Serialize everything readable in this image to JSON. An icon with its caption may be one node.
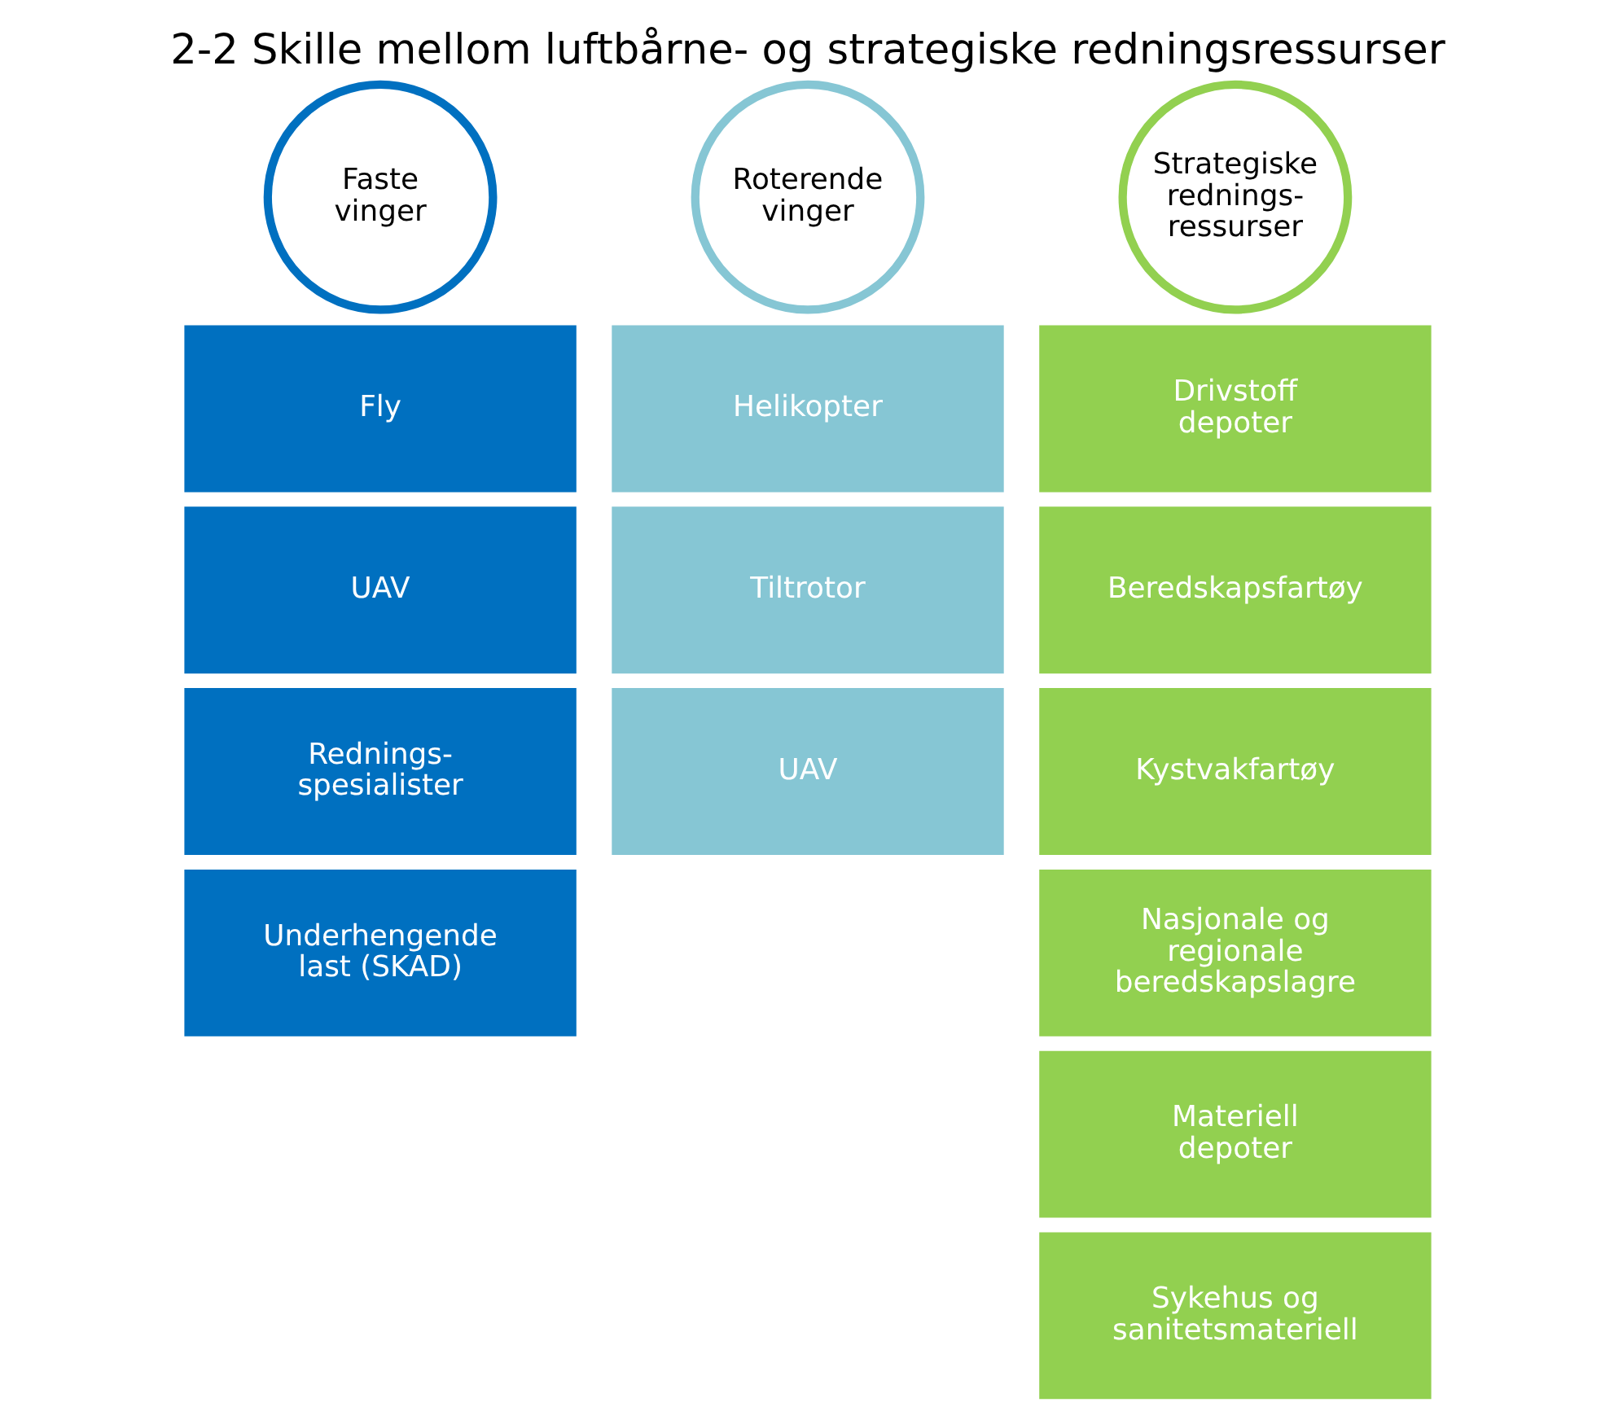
{
  "diagram": {
    "title": "2-2 Skille mellom luftbårne- og strategiske redningsressurser",
    "nodes": [
      {
        "text": [
          "Faste vinger"
        ]
      },
      {
        "text": [
          "Fly"
        ]
      },
      {
        "text": [
          "UAV"
        ]
      },
      {
        "text": [
          "Rednings- spesialister"
        ]
      },
      {
        "text": [
          "Underhengende last (SKAD)"
        ]
      },
      {
        "text": [
          "Roterende vinger"
        ]
      },
      {
        "text": [
          "Helikopter"
        ]
      },
      {
        "text": [
          "Tiltrotor"
        ]
      },
      {
        "text": [
          "UAV"
        ]
      },
      {
        "text": [
          "Strategiske rednings- ressurser"
        ]
      },
      {
        "text": [
          "Drivstoff depoter"
        ]
      },
      {
        "text": [
          "Beredskapsfartøy"
        ]
      },
      {
        "text": [
          "Kystvakfartøy"
        ]
      },
      {
        "text": [
          "Nasjonale og regionale beredskapslagre"
        ]
      },
      {
        "text": [
          "Materiell depoter"
        ]
      },
      {
        "text": [
          "Sykehus og sanitetsmateriell"
        ]
      }
    ],
    "edges": []
  }
}
